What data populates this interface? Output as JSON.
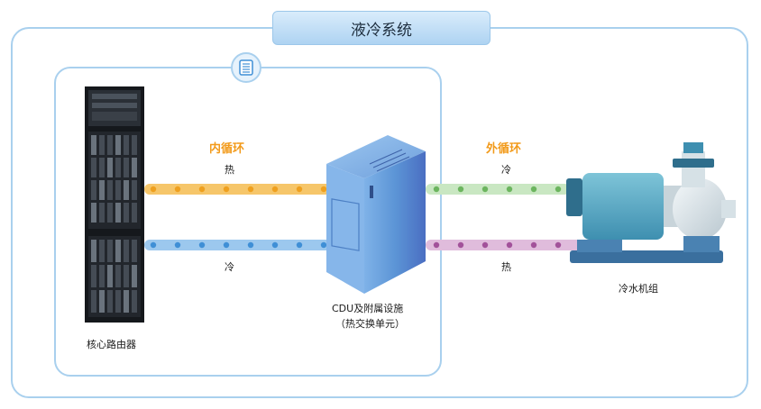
{
  "title": "液冷系统",
  "inner_loop": {
    "label": "内循环",
    "top_label": "热",
    "bottom_label": "冷"
  },
  "outer_loop": {
    "label": "外循环",
    "top_label": "冷",
    "bottom_label": "热"
  },
  "router": {
    "label": "核心路由器"
  },
  "cdu": {
    "label_line1": "CDU及附属设施",
    "label_line2": "（热交换单元）"
  },
  "chiller": {
    "label": "冷水机组"
  },
  "colors": {
    "hot_pipe": "#f6c66a",
    "hot_dot": "#eea020",
    "cold_pipe": "#9cc8ee",
    "cold_dot": "#3f8fd6",
    "outer_cold_pipe": "#c9e7c2",
    "outer_cold_dot": "#6cb55f",
    "outer_hot_pipe": "#e0bcdc",
    "outer_hot_dot": "#a2529a",
    "accent": "#f29a1a",
    "frame": "#a9d0ee"
  }
}
